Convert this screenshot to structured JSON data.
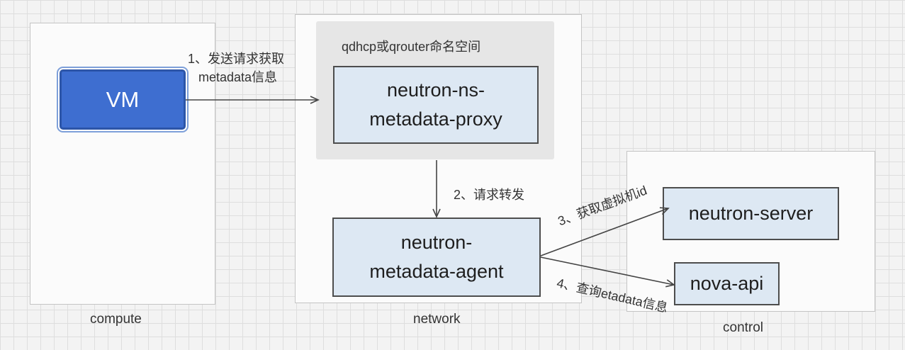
{
  "zones": {
    "compute": "compute",
    "network": "network",
    "control": "control"
  },
  "namespace": {
    "label": "qdhcp或qrouter命名空间"
  },
  "nodes": {
    "vm": "VM",
    "proxy": [
      "neutron-ns-",
      "metadata-proxy"
    ],
    "agent": [
      "neutron-",
      "metadata-agent"
    ],
    "server": "neutron-server",
    "nova": "nova-api"
  },
  "steps": {
    "step1": [
      "1、发送请求获取",
      "metadata信息"
    ],
    "step2": "2、请求转发",
    "step3": "3、获取虚拟机id",
    "step4": "4、查询etadata信息"
  },
  "colors": {
    "vm_fill": "#3e6ed0",
    "node_fill": "#dde8f3",
    "namespace_fill": "#e6e6e6"
  }
}
